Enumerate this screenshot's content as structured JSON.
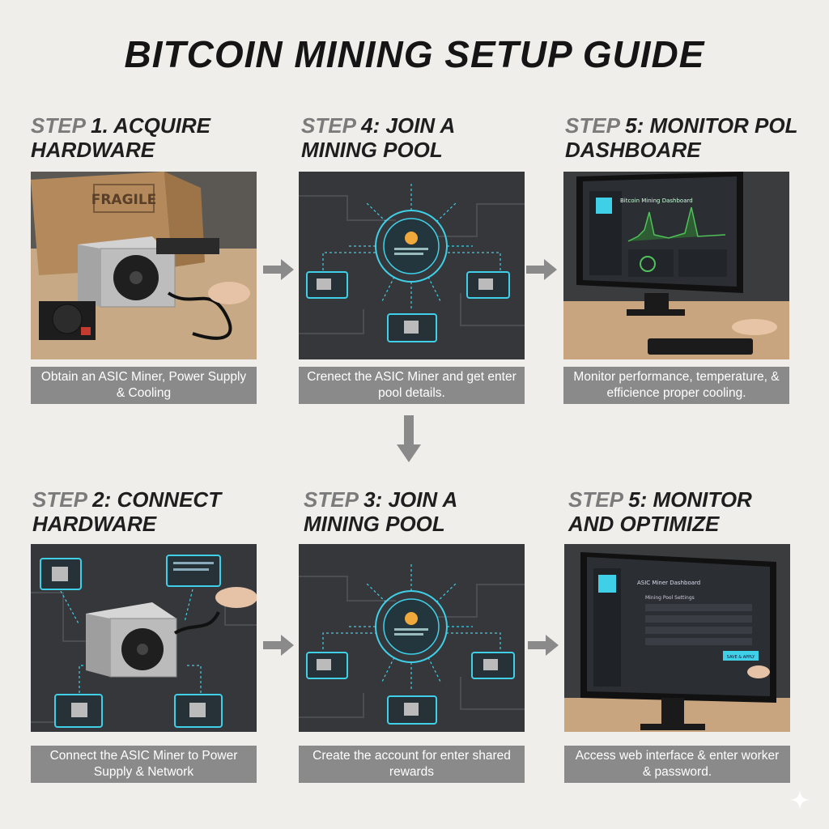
{
  "title": "BITCOIN MINING SETUP GUIDE",
  "steps": {
    "s1": {
      "lead": "STEP",
      "head1": " 1. ACQUIRE",
      "head2": "HARDWARE",
      "caption": "Obtain an ASIC Miner, Power Supply & Cooling",
      "box_label": "FRAGILE"
    },
    "s4": {
      "lead": "STEP",
      "head1": " 4: JOIN A",
      "head2": "MINING POOL",
      "caption": "Crenect the ASIC Miner and get enter pool details."
    },
    "s5a": {
      "lead": "STEP",
      "head1": " 5: MONITOR POL",
      "head2": "DASHBOARE",
      "caption": "Monitor performance, temperature, & efficience proper cooling.",
      "screen_title": "Bitcoin Mining Dashboard"
    },
    "s2": {
      "lead": "STEP",
      "head1": " 2: CONNECT",
      "head2": "HARDWARE",
      "caption": "Connect the ASIC Miner to Power Supply & Network"
    },
    "s3": {
      "lead": "STEP",
      "head1": " 3: JOIN A",
      "head2": "MINING POOL",
      "caption": "Create the account for enter shared rewards"
    },
    "s5b": {
      "lead": "STEP",
      "head1": " 5: MONITOR",
      "head2": "AND OPTIMIZE",
      "caption": "Access web interface & enter worker & password.",
      "screen_title": "ASIC Miner Dashboard",
      "screen_sub": "Mining Pool Settings",
      "save_label": "SAVE & APPLY"
    }
  },
  "colors": {
    "accent": "#3fd0e8",
    "chart": "#4fc25a",
    "coin": "#f2a93b",
    "panel": "#35373a"
  },
  "icons": [
    "right-arrow-icon",
    "down-arrow-icon",
    "bitcoin-icon",
    "fan-icon",
    "sparkle-icon"
  ]
}
